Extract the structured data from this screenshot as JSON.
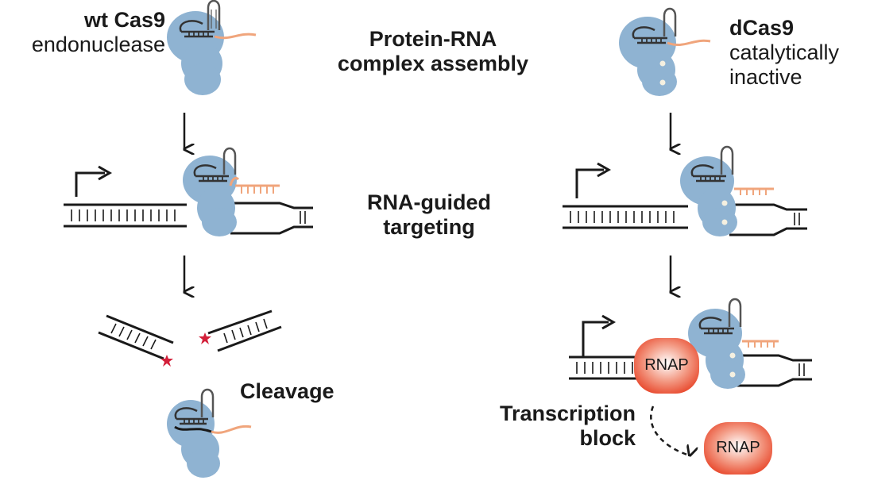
{
  "left": {
    "title": "wt Cas9",
    "subtitle": "endonuclease",
    "result": "Cleavage"
  },
  "right": {
    "title": "dCas9",
    "subtitle_line1": "catalytically",
    "subtitle_line2": "inactive",
    "result_line1": "Transcription",
    "result_line2": "block",
    "polymerase_label": "RNAP"
  },
  "center": {
    "step1_line1": "Protein-RNA",
    "step1_line2": "complex assembly",
    "step2_line1": "RNA-guided",
    "step2_line2": "targeting"
  },
  "colors": {
    "protein": "#8fb3d2",
    "guide_rna": "#f0a57c",
    "rnap": "#e8482c",
    "cut_star": "#d3203a",
    "dna": "#1a1a1a"
  }
}
